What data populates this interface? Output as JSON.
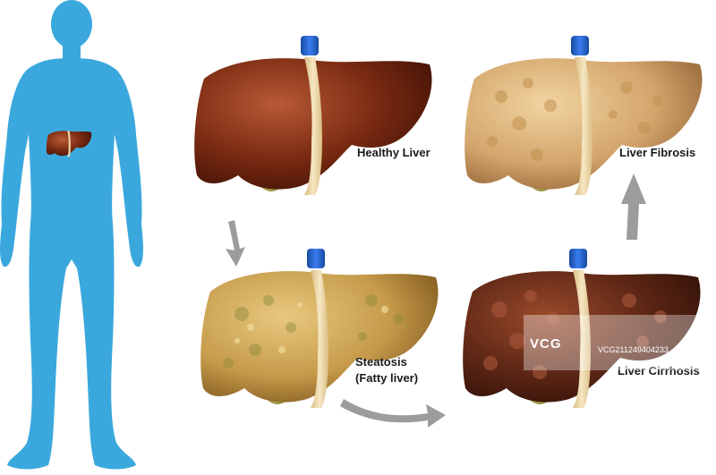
{
  "labels": {
    "healthy": "Healthy Liver",
    "fibrosis": "Liver Fibrosis",
    "steatosis_line1": "Steatosis",
    "steatosis_line2": "(Fatty liver)",
    "cirrhosis": "Liver Cirrhosis"
  },
  "watermark": {
    "logo": "VCG",
    "id": "VCG211249404233"
  },
  "colors": {
    "body": "#3aa8dd",
    "healthy": "#7a2a12",
    "steatosis": "#c59a4a",
    "fibrosis": "#d3a56c",
    "cirrhosis": "#5e2716",
    "ligament": "#efd9a8",
    "vein": "#1f5cc9",
    "gallbladder": "#b6b456",
    "arrow": "#9c9c9c"
  }
}
